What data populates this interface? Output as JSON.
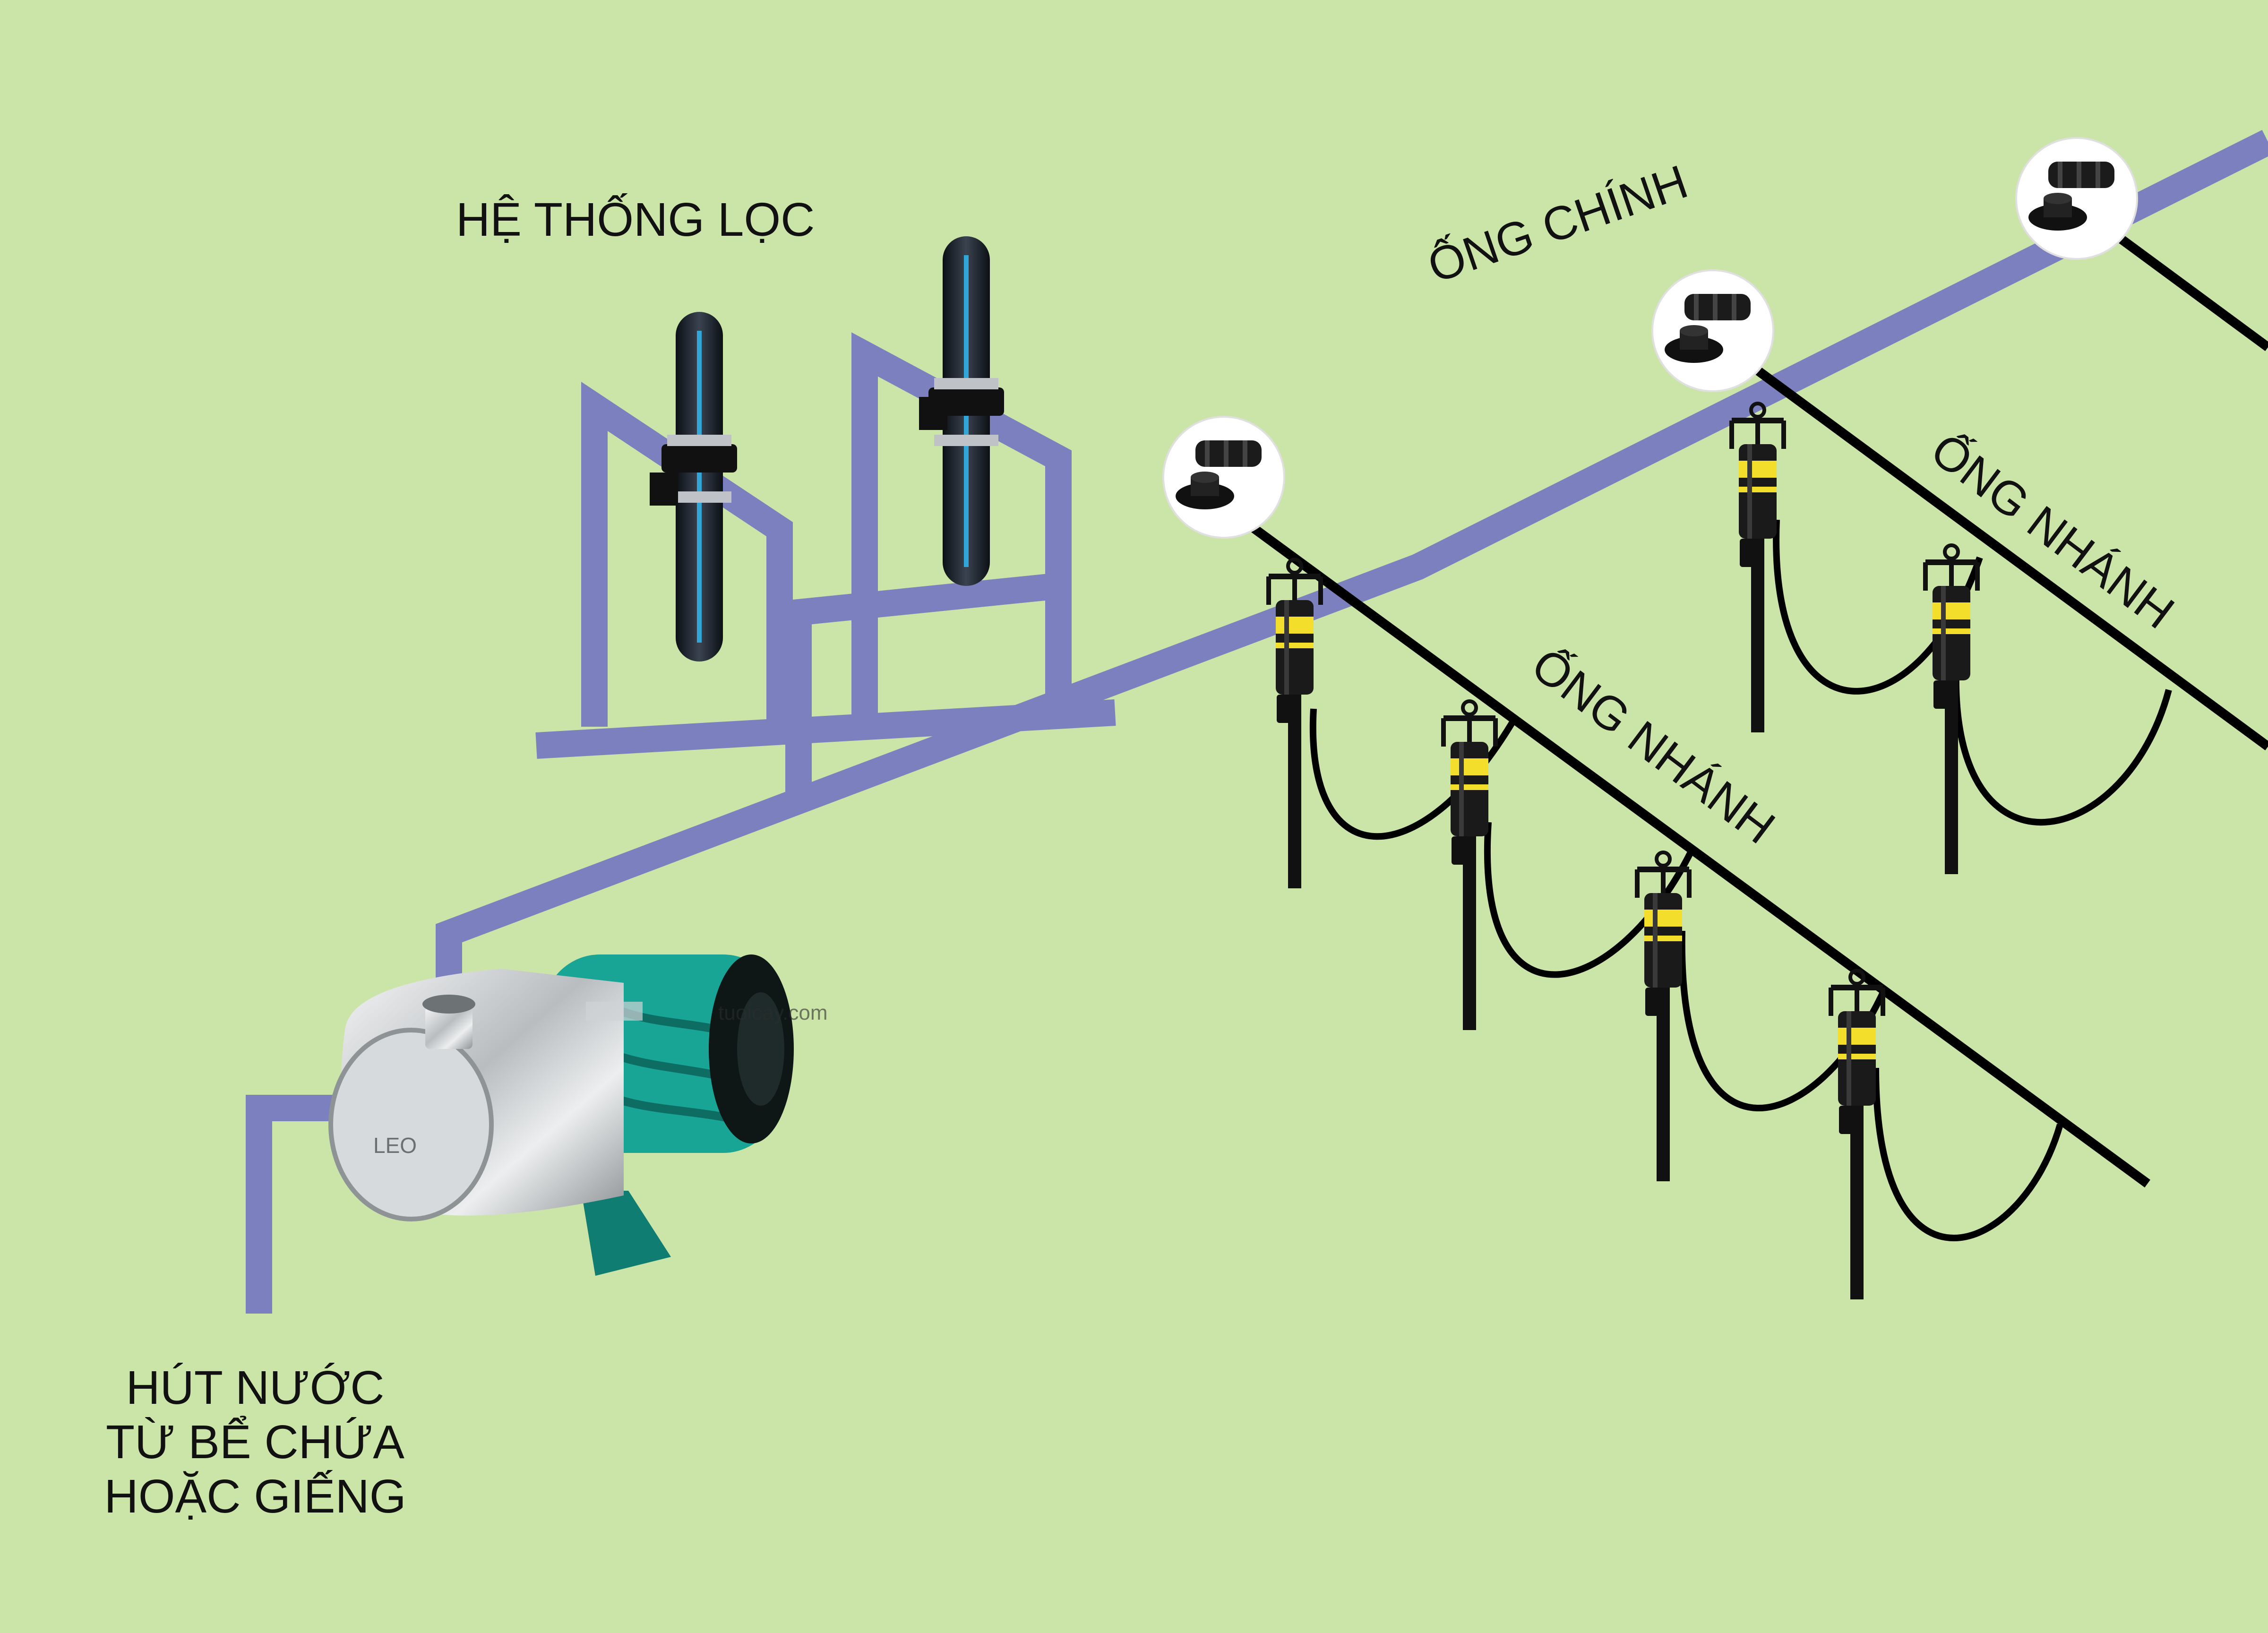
{
  "labels": {
    "filter_system": "HỆ THỐNG LỌC",
    "main_pipe": "ỐNG CHÍNH",
    "branch_pipe_1": "ỐNG NHÁNH",
    "branch_pipe_2": "ỐNG NHÁNH",
    "suction": [
      "HÚT NƯỚC",
      "TỪ BỂ CHỨA",
      "HOẶC GIẾNG"
    ]
  },
  "pump_watermark": "tuoicay.com",
  "pump_brand": "LEO",
  "colors": {
    "background": "#cbe4a8",
    "main_pipe": "#7d80bf",
    "branch_pipe": "#000000",
    "pump_body": "#18a596",
    "pump_steel": "#c7cbcd",
    "filter": "#1e2530",
    "filter_stripe": "#33a6d8",
    "sprinkler_band": "#f2de2b"
  }
}
